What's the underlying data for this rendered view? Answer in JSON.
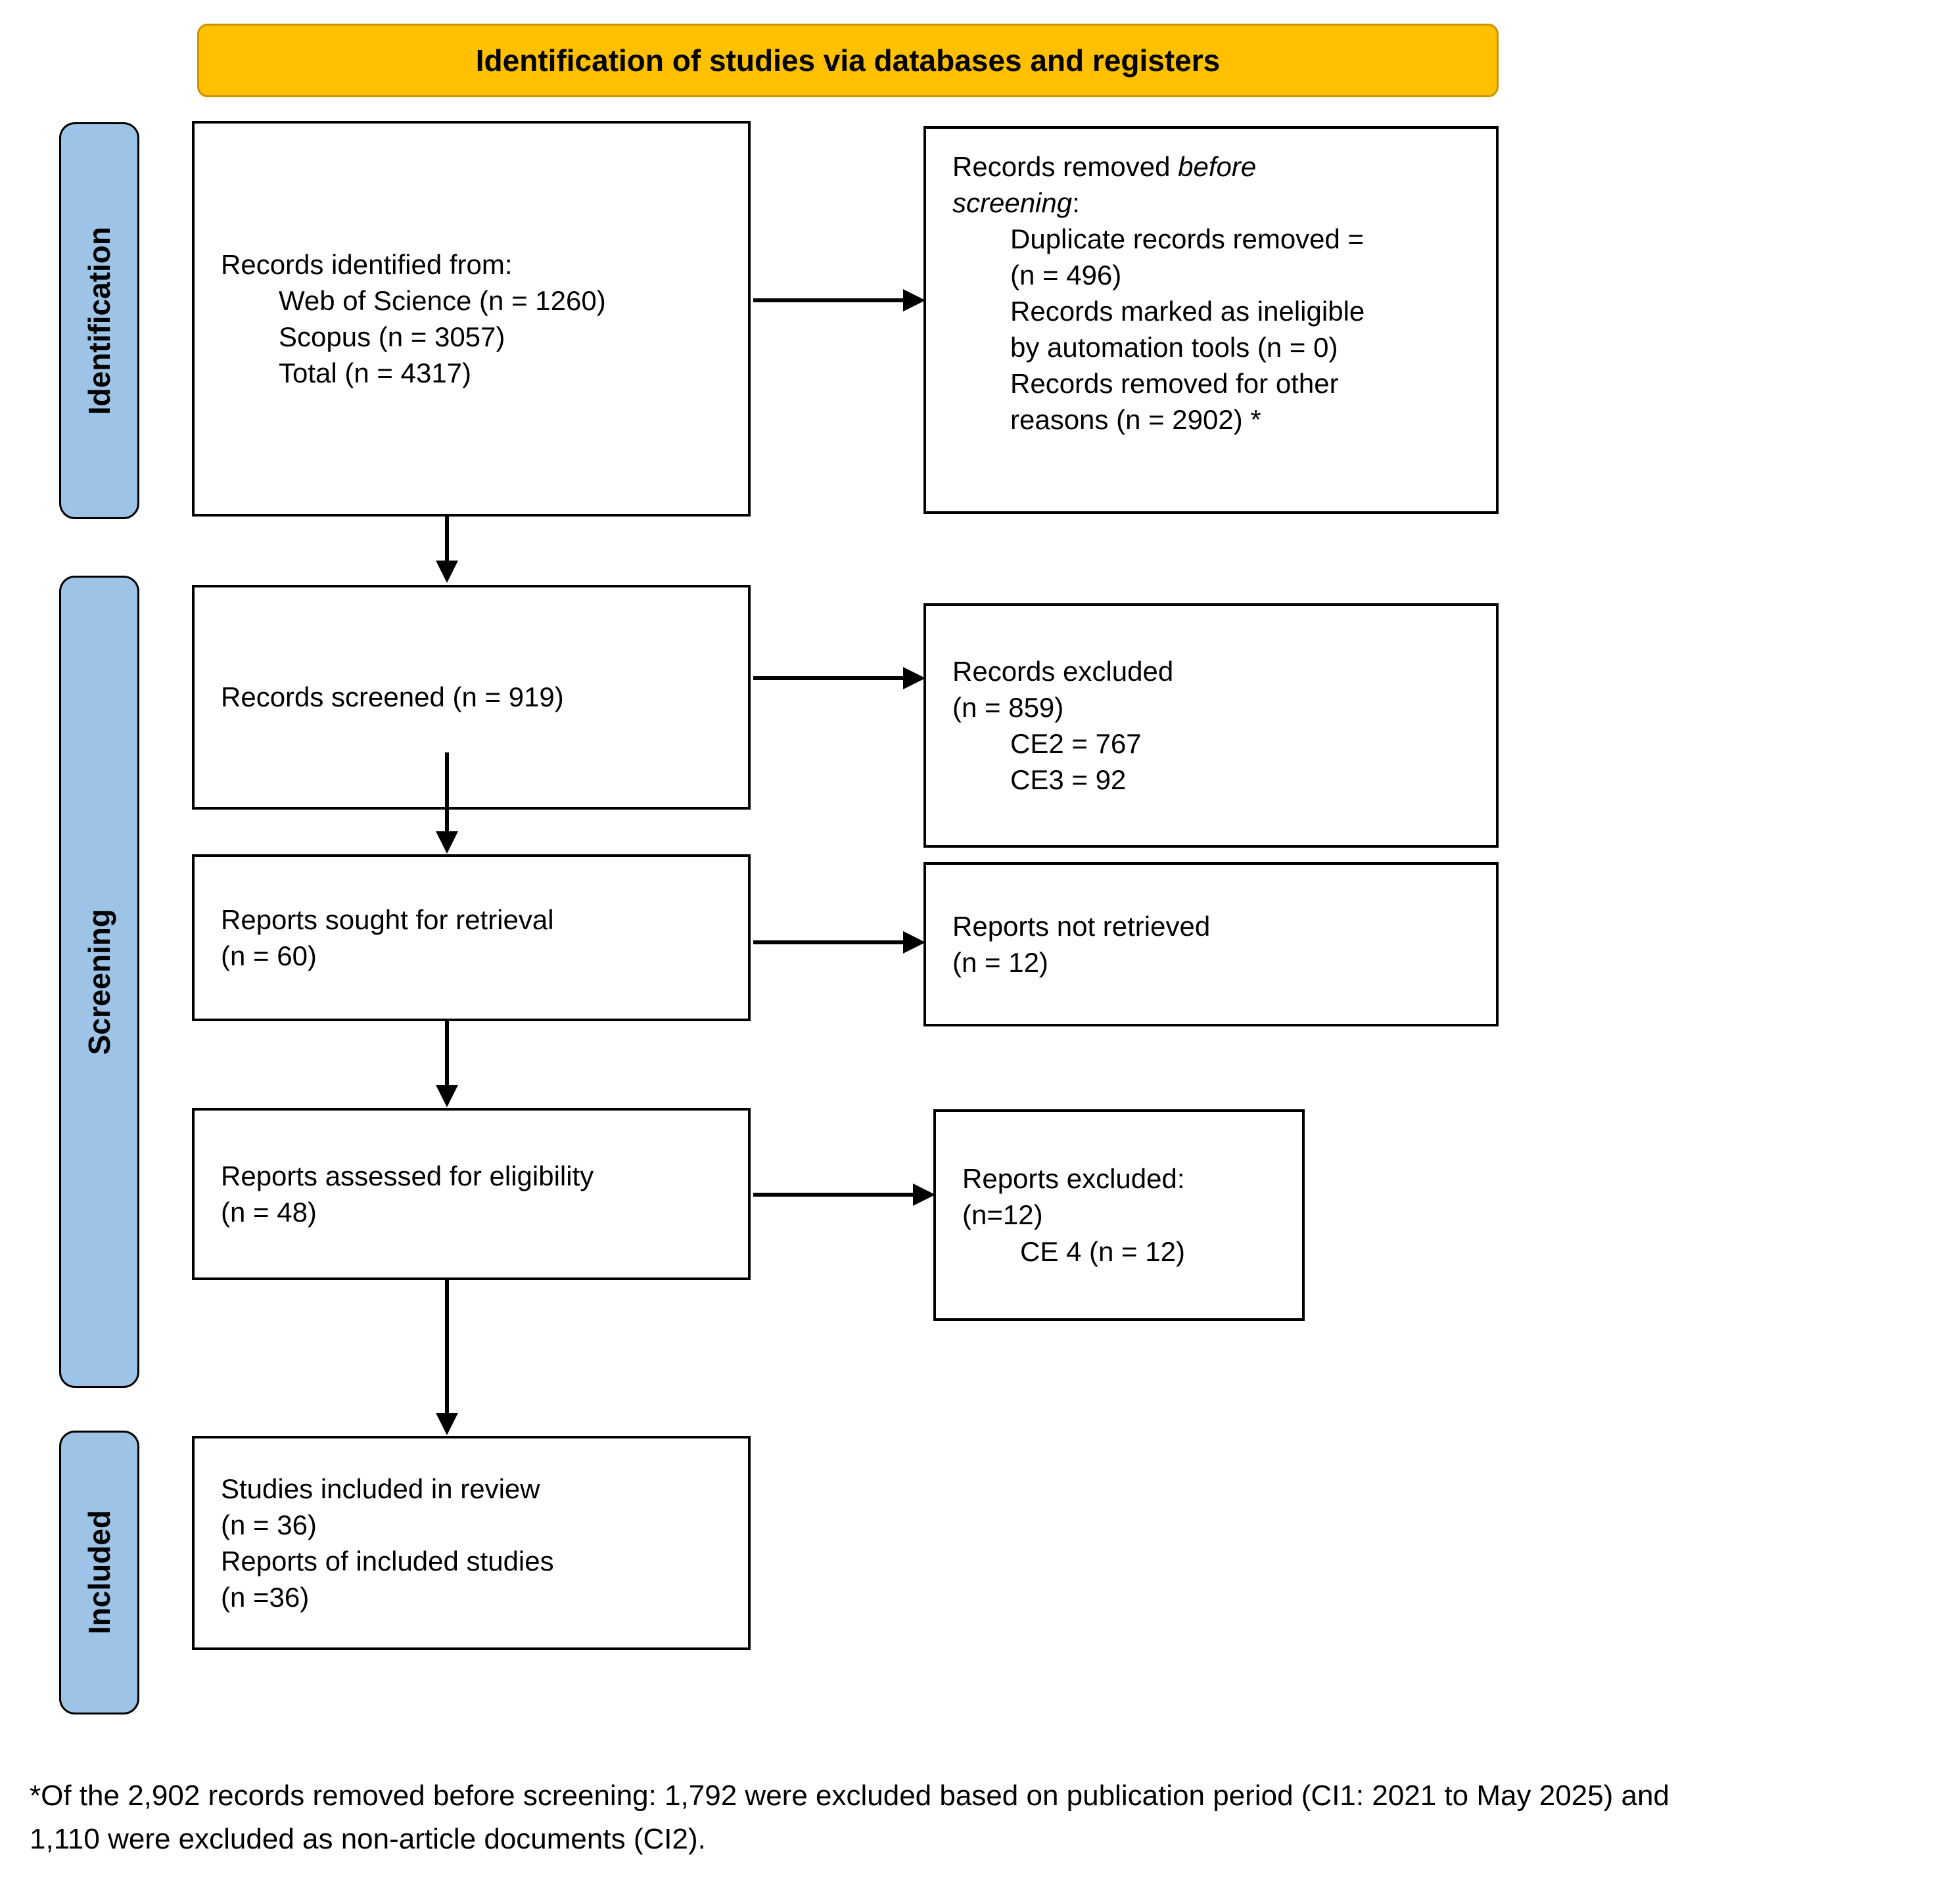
{
  "banner": {
    "title": "Identification of studies via databases and registers"
  },
  "rails": {
    "identification": "Identification",
    "screening": "Screening",
    "included": "Included"
  },
  "boxes": {
    "identified": {
      "intro": "Records identified from:",
      "items": [
        "Web of Science (n = 1260)",
        "Scopus (n = 3057)",
        "Total (n = 4317)"
      ]
    },
    "removed": {
      "line1_pre": "Records removed ",
      "line1_italic": "before",
      "line2_italic": "screening",
      "line2_post": ":",
      "items": [
        "Duplicate records removed =",
        "(n = 496)",
        "Records marked as ineligible",
        "by automation tools (n = 0)",
        "Records removed for other",
        "reasons (n = 2902) *"
      ]
    },
    "screened": {
      "line1": "Records screened (n = 919)"
    },
    "records_excluded": {
      "line1": "Records excluded",
      "line2": "(n = 859)",
      "items": [
        "CE2 = 767",
        "CE3 = 92"
      ]
    },
    "sought": {
      "line1": "Reports sought for retrieval",
      "line2": "(n = 60)"
    },
    "not_retrieved": {
      "line1": "Reports not retrieved",
      "line2": "(n = 12)"
    },
    "assessed": {
      "line1": "Reports assessed for eligibility",
      "line2": "(n = 48)"
    },
    "reports_excluded": {
      "line1": "Reports excluded:",
      "line2": "(n=12)",
      "items": [
        "CE 4 (n = 12)"
      ]
    },
    "included": {
      "lines": [
        "Studies included in review",
        "(n = 36)",
        "Reports of included studies",
        "(n =36)"
      ]
    }
  },
  "footnote": {
    "lines": [
      "*Of the 2,902 records removed before screening: 1,792 were excluded based on publication period (CI1: 2021 to May 2025) and",
      "1,110 were excluded as non-article documents (CI2)."
    ]
  },
  "colors": {
    "banner_fill": "#FFC000",
    "banner_border": "#C99400",
    "rail_fill": "#9DC3E6",
    "box_border": "#000000",
    "text": "#000000"
  }
}
